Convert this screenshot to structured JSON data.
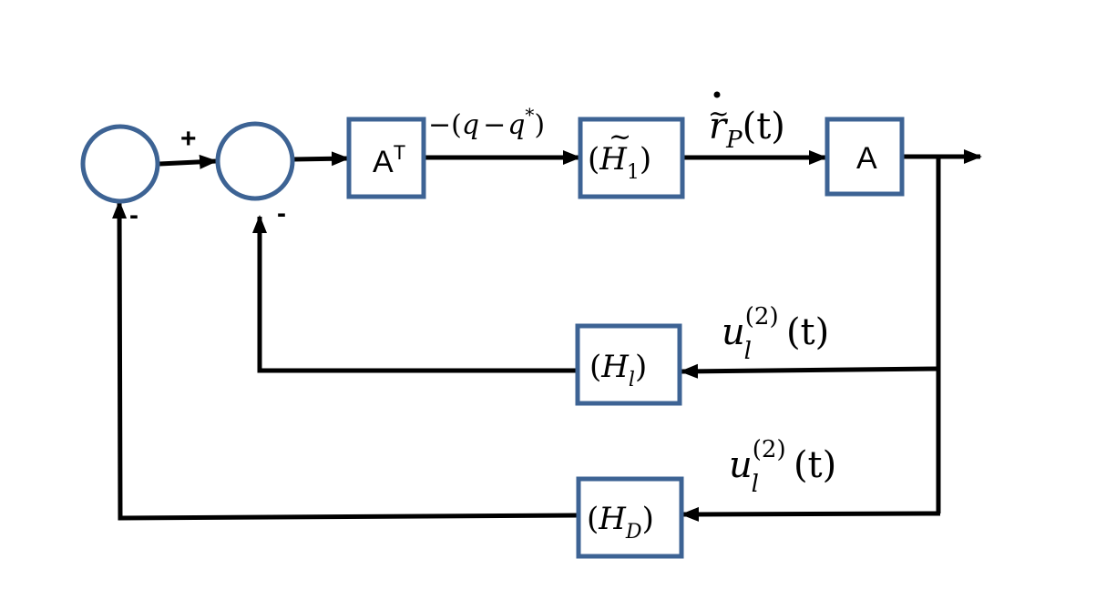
{
  "summing_junctions": [
    {
      "id": "outer",
      "plus_sign": "+",
      "minus_sign": "-"
    },
    {
      "id": "inner",
      "minus_sign": "-"
    }
  ],
  "blocks": {
    "a_transpose": {
      "base": "A",
      "sup": "T"
    },
    "h_tilde_1": {
      "open": "(",
      "symbol": "H",
      "sub": "1",
      "close": ")"
    },
    "a": {
      "label": "A"
    },
    "h_l": {
      "open": "(",
      "symbol": "H",
      "sub": "l",
      "close": ")"
    },
    "h_d": {
      "open": "(",
      "symbol": "H",
      "sub": "D",
      "close": ")"
    }
  },
  "signals": {
    "error": {
      "prefix": "−(",
      "q": "q",
      "minus": "−",
      "q2": "q",
      "star": "*",
      "close": ")"
    },
    "r_dot": {
      "r": "r",
      "sub": "P",
      "arg": "(t)"
    },
    "u_top": {
      "u": "u",
      "sub": "l",
      "sup": "(2)",
      "arg": "(t)"
    },
    "u_bottom": {
      "u": "u",
      "sub": "l",
      "sup": "(2)",
      "arg": "(t)"
    }
  },
  "colors": {
    "block_border": "#3d6394",
    "wire": "#000000"
  }
}
